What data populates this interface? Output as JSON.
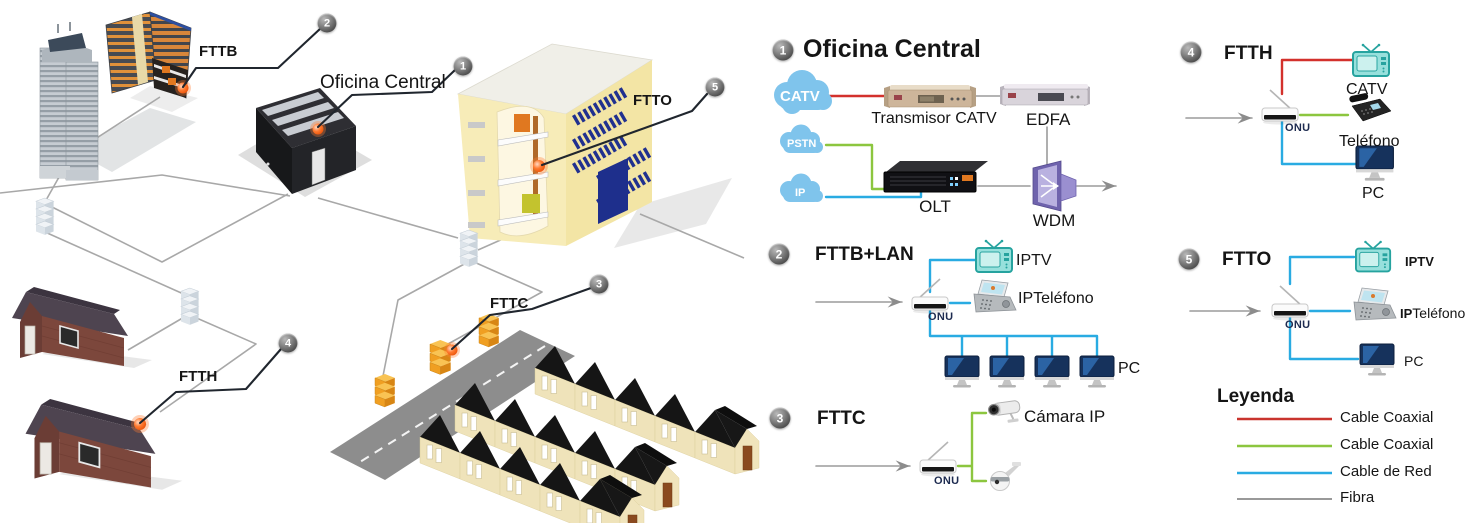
{
  "scene": {
    "buildings": {
      "fttb": "FTTB",
      "oficina_central": "Oficina Central",
      "ftto": "FTTO",
      "fttc": "FTTC",
      "ftth": "FTTH"
    },
    "badges": {
      "b1": "1",
      "b2": "2",
      "b3": "3",
      "b4": "4",
      "b5": "5"
    }
  },
  "panel": {
    "oficina": {
      "badge": "1",
      "title": "Oficina Central",
      "cloud_catv": "CATV",
      "cloud_pstn": "PSTN",
      "cloud_ip": "IP",
      "transmisor": "Transmisor CATV",
      "edfa": "EDFA",
      "olt": "OLT",
      "wdm": "WDM"
    },
    "fttb_lan": {
      "badge": "2",
      "title": "FTTB+LAN",
      "onu": "ONU",
      "iptv": "IPTV",
      "ip_telefono": "IPTeléfono",
      "pc": "PC"
    },
    "fttc": {
      "badge": "3",
      "title": "FTTC",
      "onu": "ONU",
      "camara_ip": "Cámara IP"
    },
    "ftth": {
      "badge": "4",
      "title": "FTTH",
      "onu": "ONU",
      "catv": "CATV",
      "telefono": "Teléfono",
      "pc": "PC"
    },
    "ftto": {
      "badge": "5",
      "title": "FTTO",
      "onu": "ONU",
      "iptv": "IPTV",
      "ip_prefix": "IP",
      "telefono": "Teléfono",
      "pc": "PC"
    }
  },
  "legend": {
    "title": "Leyenda",
    "items": [
      {
        "label": "Cable Coaxial",
        "color": "#c9342e"
      },
      {
        "label": "Cable Coaxial",
        "color": "#8cc63f"
      },
      {
        "label": "Cable de Red",
        "color": "#29abe2"
      },
      {
        "label": "Fibra",
        "color": "#999999"
      }
    ]
  },
  "colors": {
    "cable_coaxial_red": "#d3312c",
    "cable_coaxial_green": "#8cc63f",
    "cable_de_red_blue": "#29abe2",
    "fibra_gray": "#9b9b9b",
    "cloud_blue": "#7fc4ec",
    "marker_orange": "#ff5a14"
  }
}
